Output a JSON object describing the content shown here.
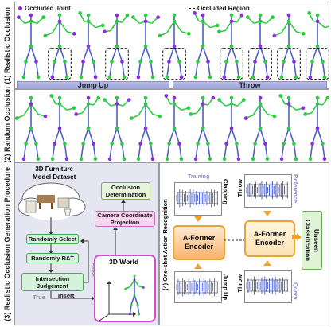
{
  "rows": {
    "realistic": "(1) Realistic Occlusion",
    "random": "(2) Random Occlusion",
    "procedure": "(3) Realistic Occlusion Generation Procedure",
    "recognition": "(4) One-shot Action Recognition"
  },
  "legend": {
    "joint": "Occluded Joint",
    "region": "Occluded Region"
  },
  "actions": {
    "left": "Jump Up",
    "right": "Throw"
  },
  "procedure": {
    "dataset_title": "3D Furniture\nModel Dataset",
    "select": "Randomly Select",
    "rt": "Randomly R&T",
    "intersection": "Intersection\nJudgement",
    "false": "False",
    "true": "True",
    "insert": "Insert",
    "world": "3D World",
    "projection": "Camera Coordinate\nProjection",
    "occlusion": "Occlusion\nDetermination"
  },
  "recognition": {
    "training": "Training",
    "clapping": "Clapping",
    "jump_up": "Jump Up",
    "throw_top": "Throw",
    "throw_bottom": "Throw",
    "reference": "Reference",
    "query": "Query",
    "encoder_left": "A-Former\nEncoder",
    "encoder_right": "A-Former\nEncoder",
    "unseen": "Unseen\nClassification"
  },
  "colors": {
    "joint": "#8a2be2",
    "limb_green": "#2ecc40",
    "skeleton_blue": "#4a5fc7",
    "encoder": "#f9b46c",
    "accent_purple": "#b36ad9"
  }
}
